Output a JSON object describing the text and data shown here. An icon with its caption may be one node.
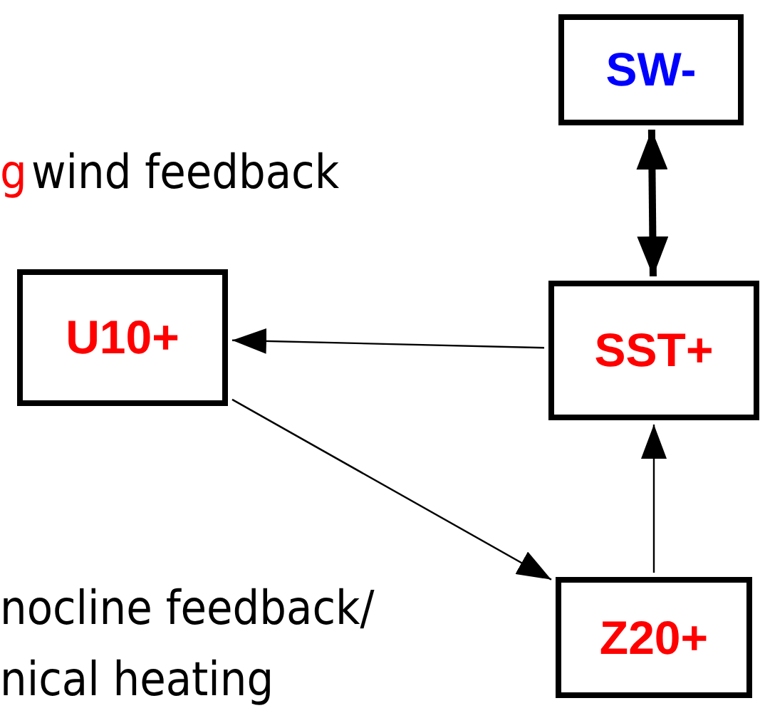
{
  "diagram": {
    "nodes": [
      {
        "text": [
          "SW-"
        ]
      },
      {
        "text": [
          "U10+"
        ]
      },
      {
        "text": [
          "SST+"
        ]
      },
      {
        "text": [
          "Z20+"
        ]
      }
    ],
    "edges": [
      {
        "from": 0,
        "to": 2,
        "arrow": "both",
        "style": "thick"
      },
      {
        "from": 2,
        "to": 1,
        "arrow": "to"
      },
      {
        "from": 1,
        "to": 3,
        "arrow": "to"
      },
      {
        "from": 3,
        "to": 2,
        "arrow": "to"
      }
    ],
    "labels": [
      "g",
      "wind feedback",
      "nocline feedback/",
      "nical heating"
    ]
  }
}
